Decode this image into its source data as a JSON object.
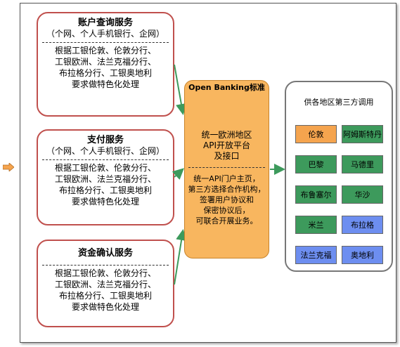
{
  "services": [
    {
      "title": "账户查询服务",
      "subtitle": "（个网、个人手机银行、企网）",
      "lines": [
        "根据工银伦敦、伦敦分行、",
        "工银欧洲、法兰克福分行、",
        "布拉格分行、工银奥地利",
        "要求做特色化处理"
      ]
    },
    {
      "title": "支付服务",
      "subtitle": "（个网、个人手机银行、企网）",
      "lines": [
        "根据工银伦敦、伦敦分行、",
        "工银欧洲、法兰克福分行、",
        "布拉格分行、工银奥地利",
        "要求做特色化处理"
      ]
    },
    {
      "title": "资金确认服务",
      "subtitle": "",
      "lines": [
        "根据工银伦敦、伦敦分行、",
        "工银欧洲、法兰克福分行、",
        "布拉格分行、工银奥地利",
        "要求做特色化处理"
      ]
    }
  ],
  "center": {
    "title": "Open Banking标准",
    "platform_lines": [
      "统一欧洲地区",
      "API开放平台",
      "及接口"
    ],
    "process_lines": [
      "统一API门户主页，",
      "第三方选择合作机构，",
      "签署用户协议和",
      "保密协议后，",
      "可联合开展业务。"
    ]
  },
  "regions": {
    "title": "供各地区第三方调用",
    "cities": [
      {
        "name": "伦敦",
        "color": "#f5a44e"
      },
      {
        "name": "阿姆斯特丹",
        "color": "#3d9a5c"
      },
      {
        "name": "巴黎",
        "color": "#3d9a5c"
      },
      {
        "name": "马德里",
        "color": "#3d9a5c"
      },
      {
        "name": "布鲁塞尔",
        "color": "#3d9a5c"
      },
      {
        "name": "华沙",
        "color": "#3d9a5c"
      },
      {
        "name": "米兰",
        "color": "#3d9a5c"
      },
      {
        "name": "布拉格",
        "color": "#6d8ef0"
      },
      {
        "name": "法兰克福",
        "color": "#6d8ef0"
      },
      {
        "name": "奥地利",
        "color": "#6d8ef0"
      }
    ]
  },
  "colors": {
    "service_border": "#c0504d",
    "center_fill": "#f8b65f",
    "arrow": "#3d9a5c",
    "entry_arrow": "#f5a44e"
  }
}
